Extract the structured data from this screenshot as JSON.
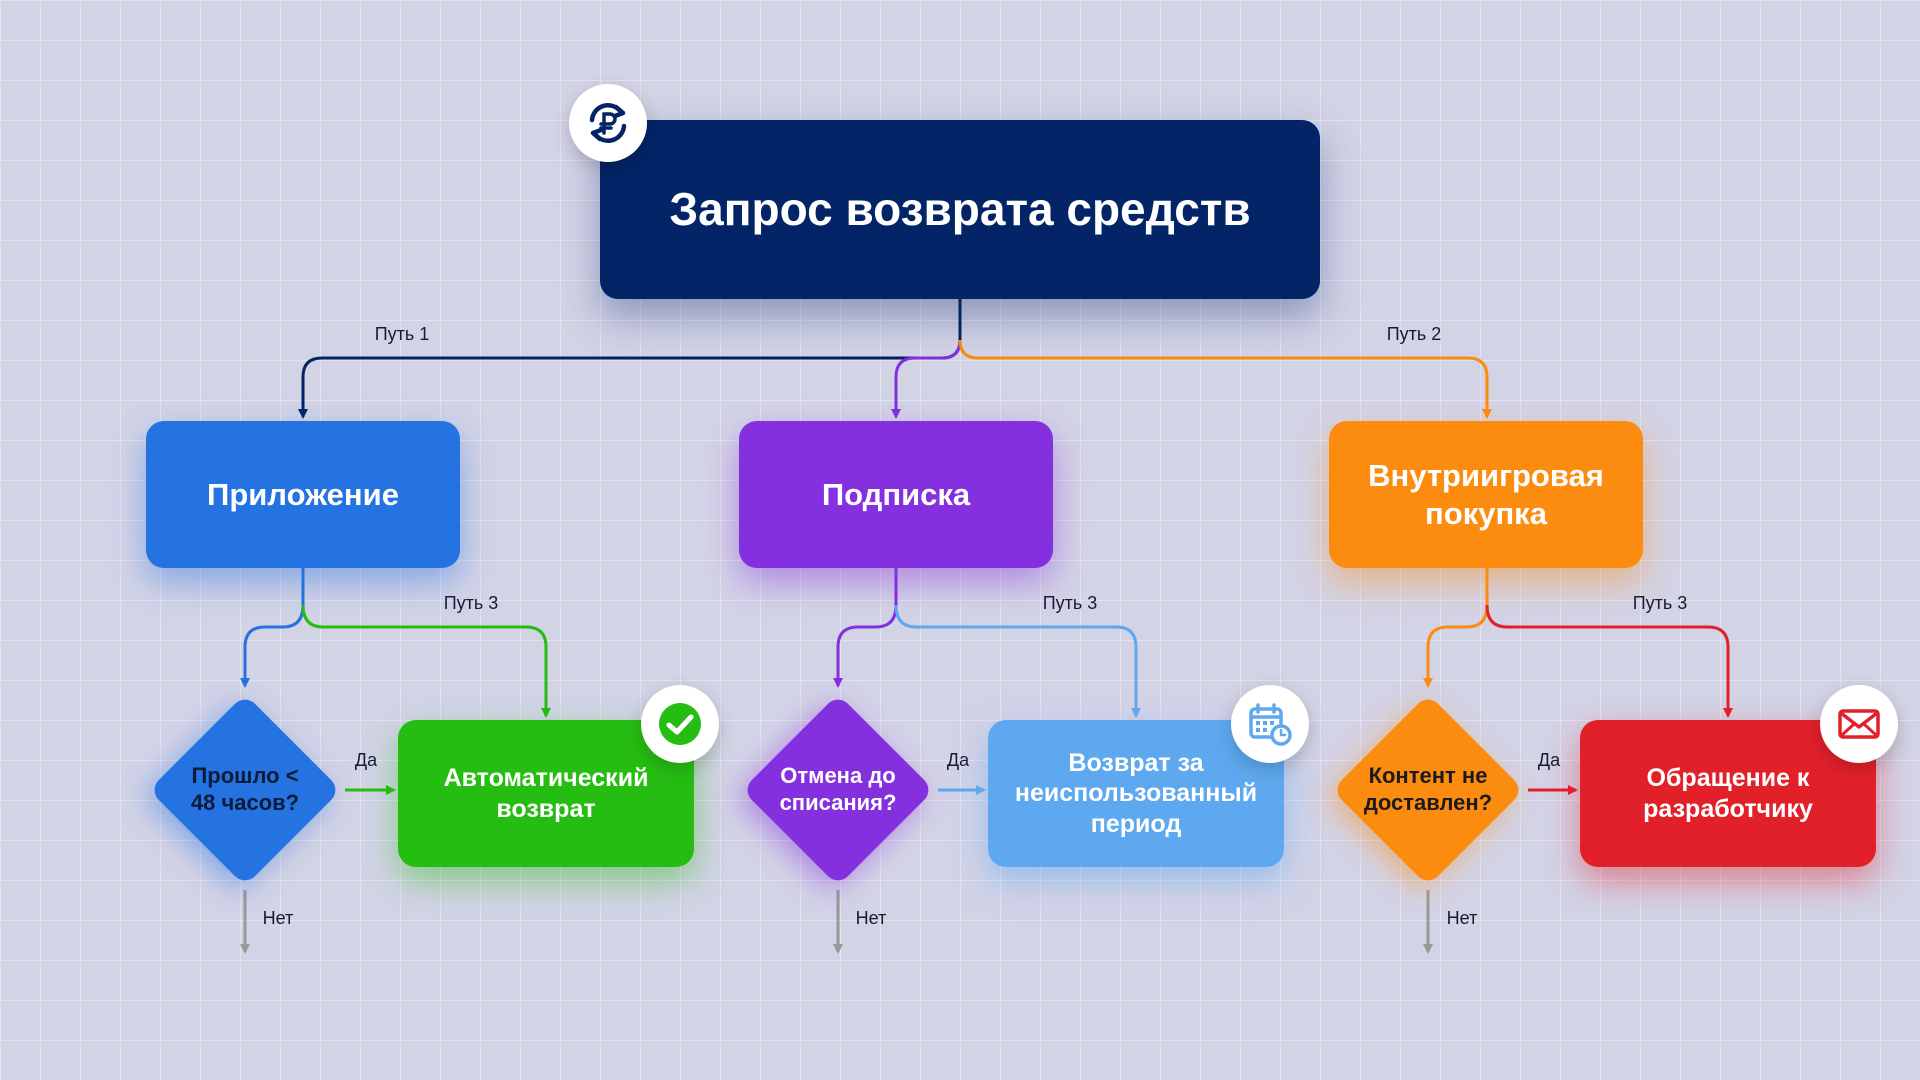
{
  "title": "Запрос возврата средств",
  "paths": {
    "p1": "Путь 1",
    "p2": "Путь 2",
    "p3": "Путь 3"
  },
  "categories": {
    "app": "Приложение",
    "subscription": "Подписка",
    "ingame": "Внутриигровая покупка"
  },
  "decisions": {
    "app": "Прошло < 48 часов?",
    "subscription": "Отмена до списания?",
    "ingame": "Контент не доставлен?"
  },
  "results": {
    "app": "Автоматический возврат",
    "subscription": "Возврат за неиспользованный период",
    "ingame": "Обращение к разработчику"
  },
  "answers": {
    "yes": "Да",
    "no": "Нет"
  },
  "icons": {
    "root": "ruble-refresh-icon",
    "auto": "check-icon",
    "refund": "calendar-clock-icon",
    "dev": "mail-icon"
  },
  "colors": {
    "root": "#032466",
    "app": "#2573e0",
    "subscription": "#8430de",
    "ingame": "#fb8c0f",
    "auto": "#26bd12",
    "refund": "#5ea8ef",
    "dev": "#e2202a",
    "no_branch": "#999999"
  }
}
